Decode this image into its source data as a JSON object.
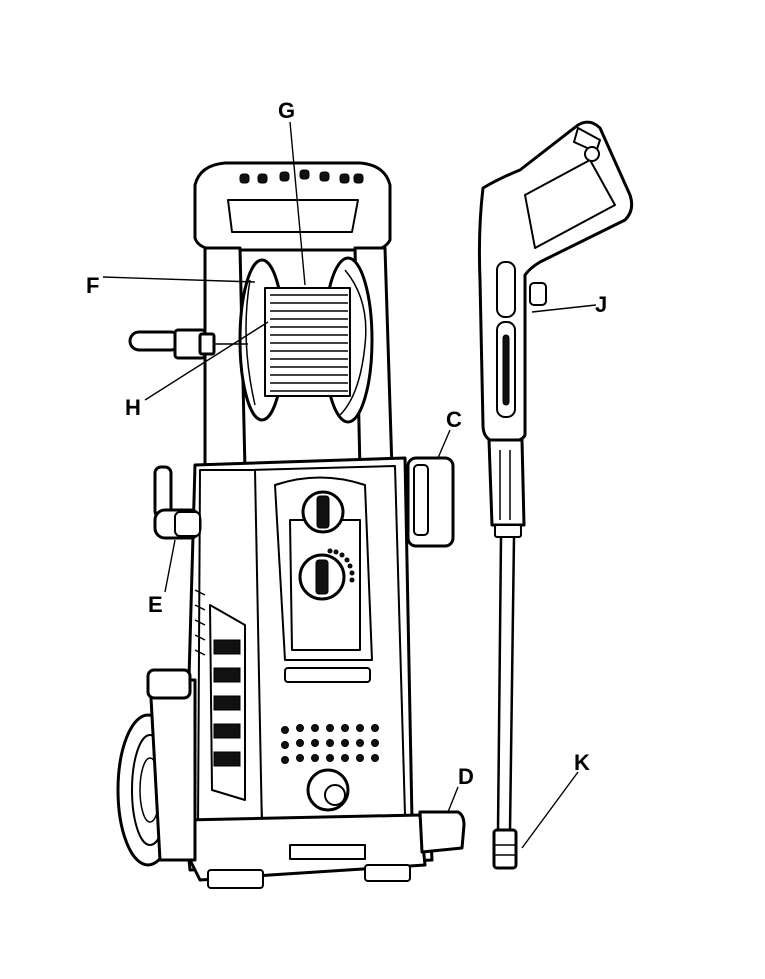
{
  "labels": {
    "G": "G",
    "F": "F",
    "H": "H",
    "J": "J",
    "C": "C",
    "E": "E",
    "D": "D",
    "K": "K"
  },
  "colors": {
    "line": "#000000",
    "background": "#ffffff"
  }
}
